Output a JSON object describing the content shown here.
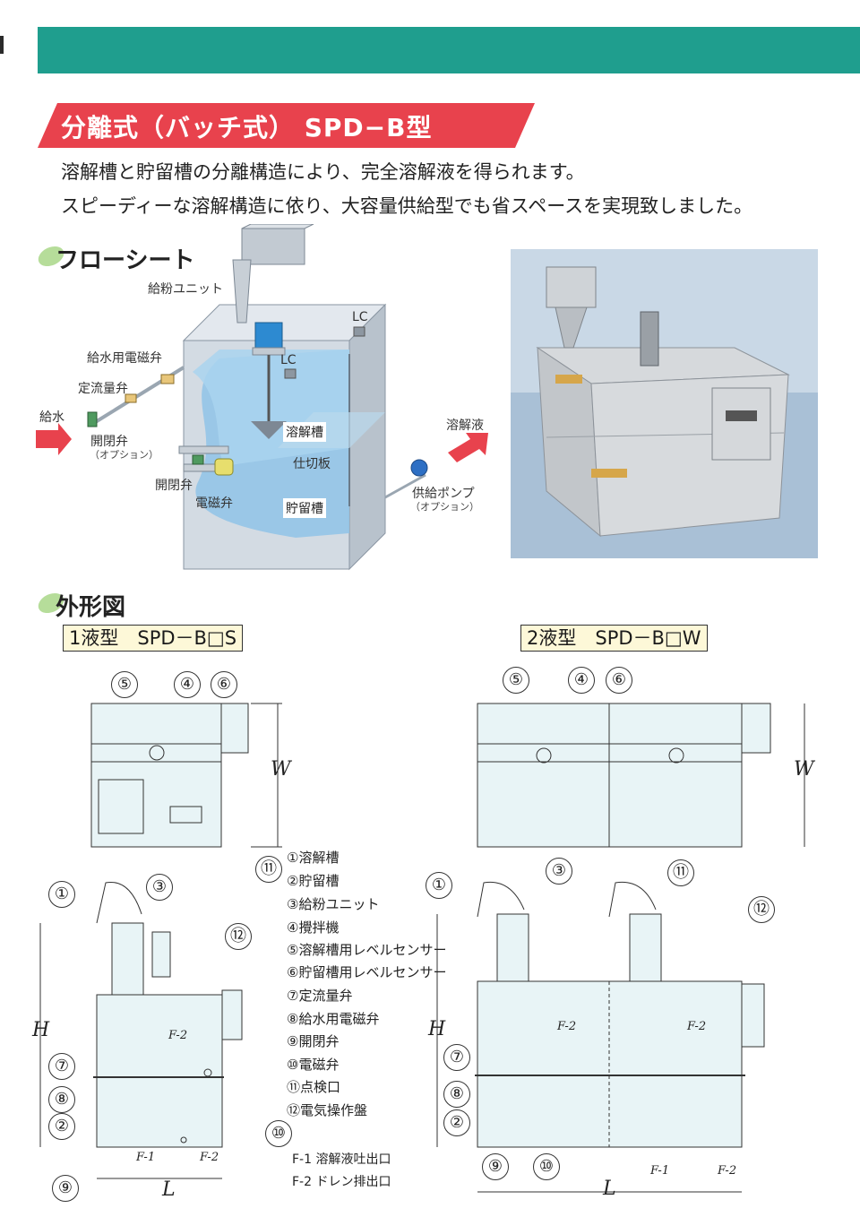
{
  "header": {
    "title": "分離式（バッチ式） SPD−B型",
    "intro_line1": "溶解槽と貯留槽の分離構造により、完全溶解液を得られます。",
    "intro_line2": "スピーディーな溶解構造に依り、大容量供給型でも省スペースを実現致しました。"
  },
  "flowsheet": {
    "heading": "フローシート",
    "labels": {
      "powder_unit": "給粉ユニット",
      "lc_top": "LC",
      "lc_mid": "LC",
      "water_solenoid": "給水用電磁弁",
      "flow_valve": "定流量弁",
      "water_in": "給水",
      "shutoff_valve_opt": "開閉弁",
      "option1": "（オプション）",
      "shutoff_valve": "開閉弁",
      "solenoid_valve": "電磁弁",
      "dissolve_tank": "溶解槽",
      "partition": "仕切板",
      "storage_tank": "貯留槽",
      "solution": "溶解液",
      "feed_pump": "供給ポンプ",
      "option2": "（オプション）"
    }
  },
  "outline": {
    "heading": "外形図",
    "model1": "1液型　SPD－B□S",
    "model2": "2液型　SPD－B□W",
    "legend": [
      "①溶解槽",
      "②貯留槽",
      "③給粉ユニット",
      "④攪拌機",
      "⑤溶解槽用レベルセンサー",
      "⑥貯留槽用レベルセンサー",
      "⑦定流量弁",
      "⑧給水用電磁弁",
      "⑨開閉弁",
      "⑩電磁弁",
      "⑪点検口",
      "⑫電気操作盤"
    ],
    "outlets": [
      "F-1 溶解液吐出口",
      "F-2 ドレン排出口"
    ],
    "dims": {
      "w": "W",
      "h": "H",
      "l": "L"
    },
    "flabels": {
      "f1": "F-1",
      "f2": "F-2"
    },
    "nums": [
      "①",
      "②",
      "③",
      "④",
      "⑤",
      "⑥",
      "⑦",
      "⑧",
      "⑨",
      "⑩",
      "⑪",
      "⑫"
    ]
  },
  "colors": {
    "band": "#1f9e8e",
    "banner": "#e8424d",
    "water": "#8fc3e8",
    "tank": "#d8e1ea",
    "drawing_fill": "#e8f4f6"
  }
}
